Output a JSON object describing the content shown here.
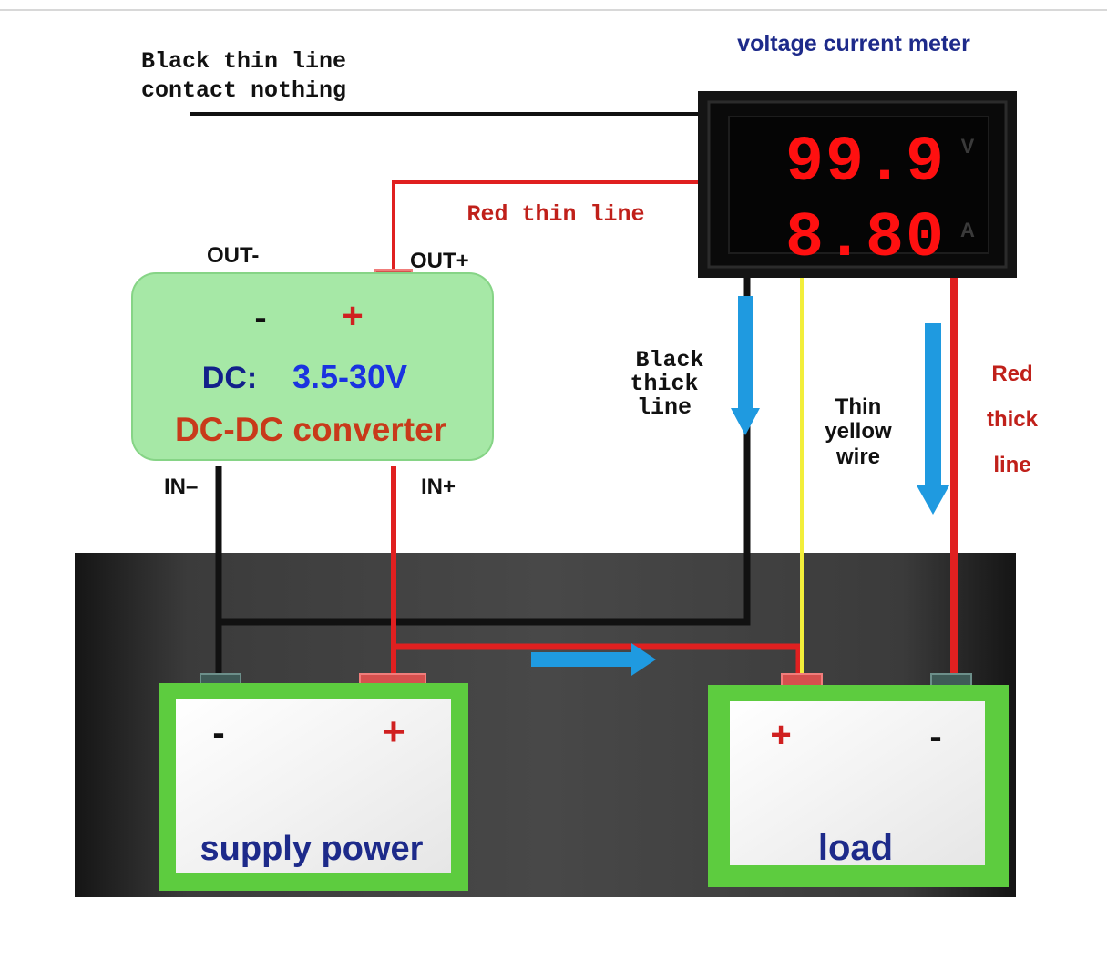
{
  "meter": {
    "title": "voltage  current meter",
    "voltage_reading": "99.9",
    "current_reading": "8.80",
    "voltage_unit": "V",
    "current_unit": "A"
  },
  "labels": {
    "black_thin_line_1": "Black thin line",
    "black_thin_line_2": "contact nothing",
    "red_thin_line": "Red thin line",
    "black_thick_1": "Black",
    "black_thick_2": "thick",
    "black_thick_3": "line",
    "yellow_1": "Thin",
    "yellow_2": "yellow",
    "yellow_3": "wire",
    "red_thick_1": "Red",
    "red_thick_2": "thick",
    "red_thick_3": "line"
  },
  "converter": {
    "out_minus": "OUT-",
    "out_plus": "OUT+",
    "minus_sign": "-",
    "plus_sign": "+",
    "dc_label": "DC:",
    "range": "3.5-30V",
    "name": "DC-DC converter",
    "in_minus": "IN–",
    "in_plus": "IN+"
  },
  "supply": {
    "minus_sign": "-",
    "plus_sign": "+",
    "name": "supply power"
  },
  "load": {
    "plus_sign": "+",
    "minus_sign": "-",
    "name": "load"
  },
  "colors": {
    "wire_red": "#e02020",
    "wire_black": "#111111",
    "wire_yellow": "#f2ee3a",
    "arrow_blue": "#1f9ae0",
    "led_red": "#ff1010",
    "box_green": "#5dcc3f",
    "converter_green": "#a6e8a6",
    "label_navy": "#1d2a8a",
    "label_red": "#c0201a"
  }
}
